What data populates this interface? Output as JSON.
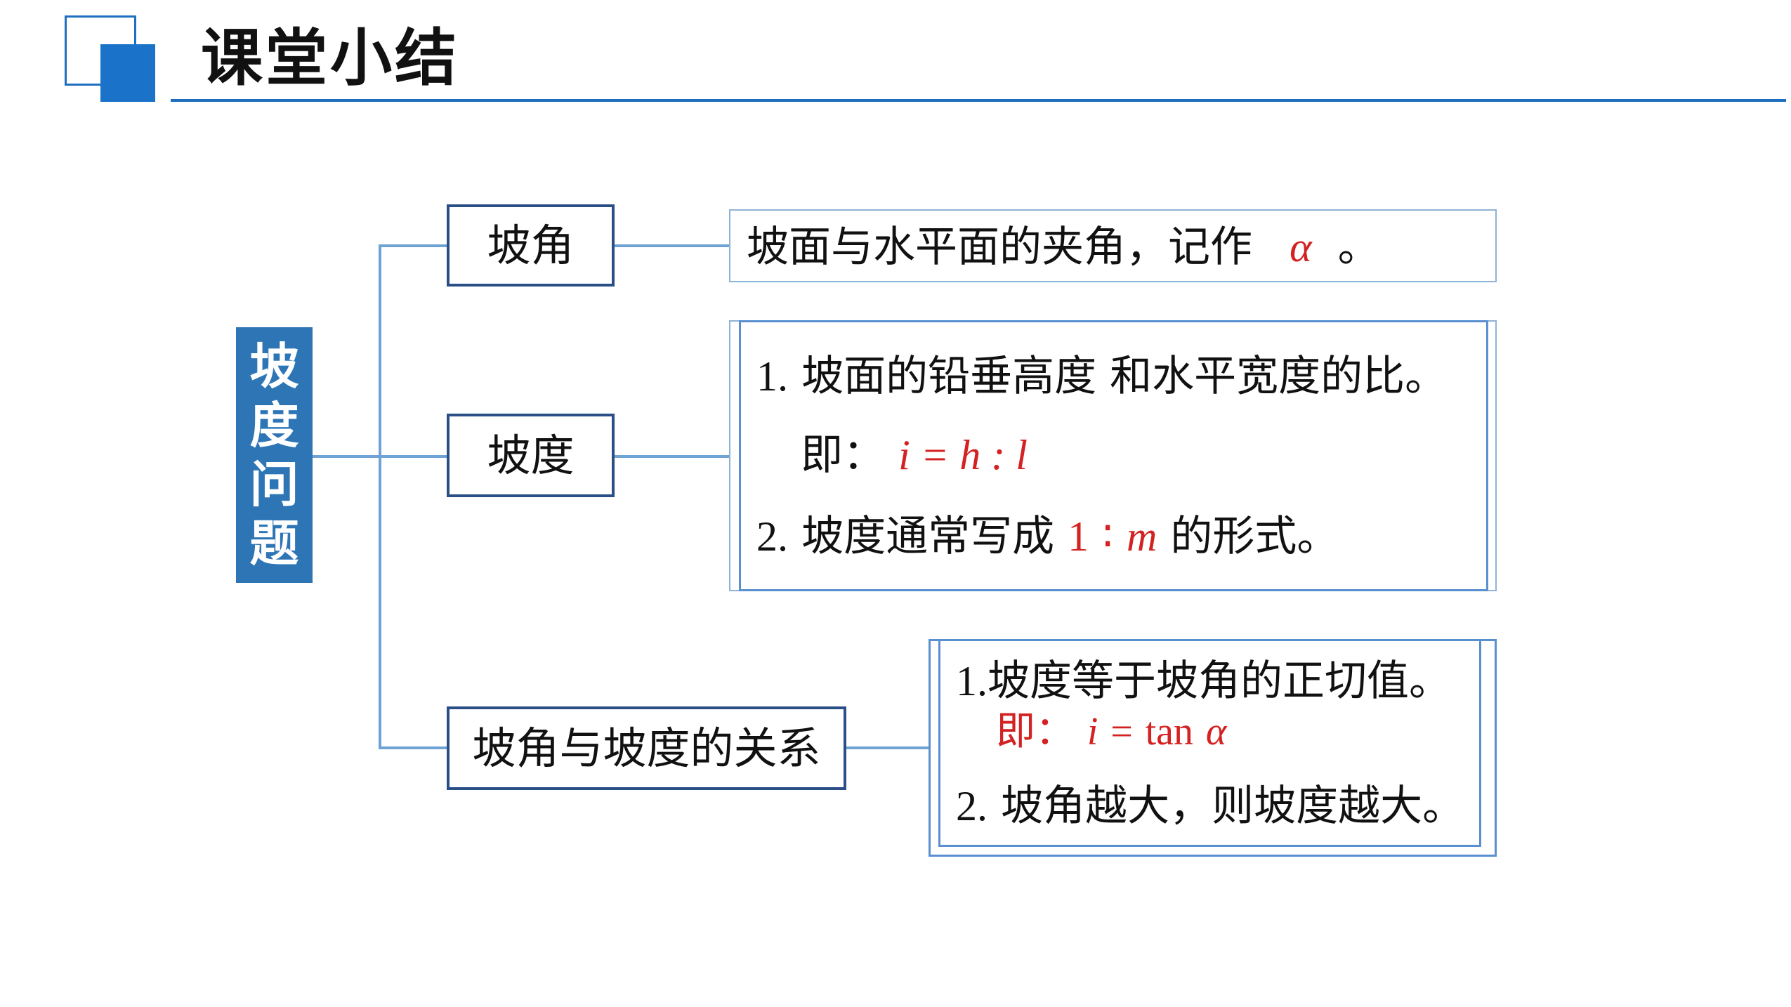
{
  "header": {
    "title": "课堂小结"
  },
  "root": {
    "label": "坡度问题"
  },
  "branches": [
    {
      "label": "坡角"
    },
    {
      "label": "坡度"
    },
    {
      "label": "坡角与坡度的关系"
    }
  ],
  "slope_angle": {
    "text": "坡面与水平面的夹角，记作",
    "symbol": "α",
    "end": "。"
  },
  "gradient": {
    "line1_num": "1.",
    "line1_text": "坡面的铅垂高度 和水平宽度的比。",
    "line2_prefix": "即：",
    "line2_formula": "i = h : l",
    "line3_num": "2.",
    "line3_text": "坡度通常写成",
    "line3_ratio_a": "1",
    "line3_colon": "∶",
    "line3_ratio_b": "m",
    "line3_end": "的形式。"
  },
  "relation": {
    "line1_num": "1.",
    "line1_text": "坡度等于坡角的正切值。",
    "line2_prefix": "即：",
    "line2_i": "i",
    "line2_eq": "=",
    "line2_tan": "tan",
    "line2_alpha": "α",
    "line3_num": "2.",
    "line3_text": "坡角越大，则坡度越大。"
  },
  "colors": {
    "accent": "#1f6fc0",
    "root_fill": "#2e75b6",
    "node_border": "#2a4f86",
    "connector": "#6fa3d6",
    "formula_red": "#d42121"
  }
}
